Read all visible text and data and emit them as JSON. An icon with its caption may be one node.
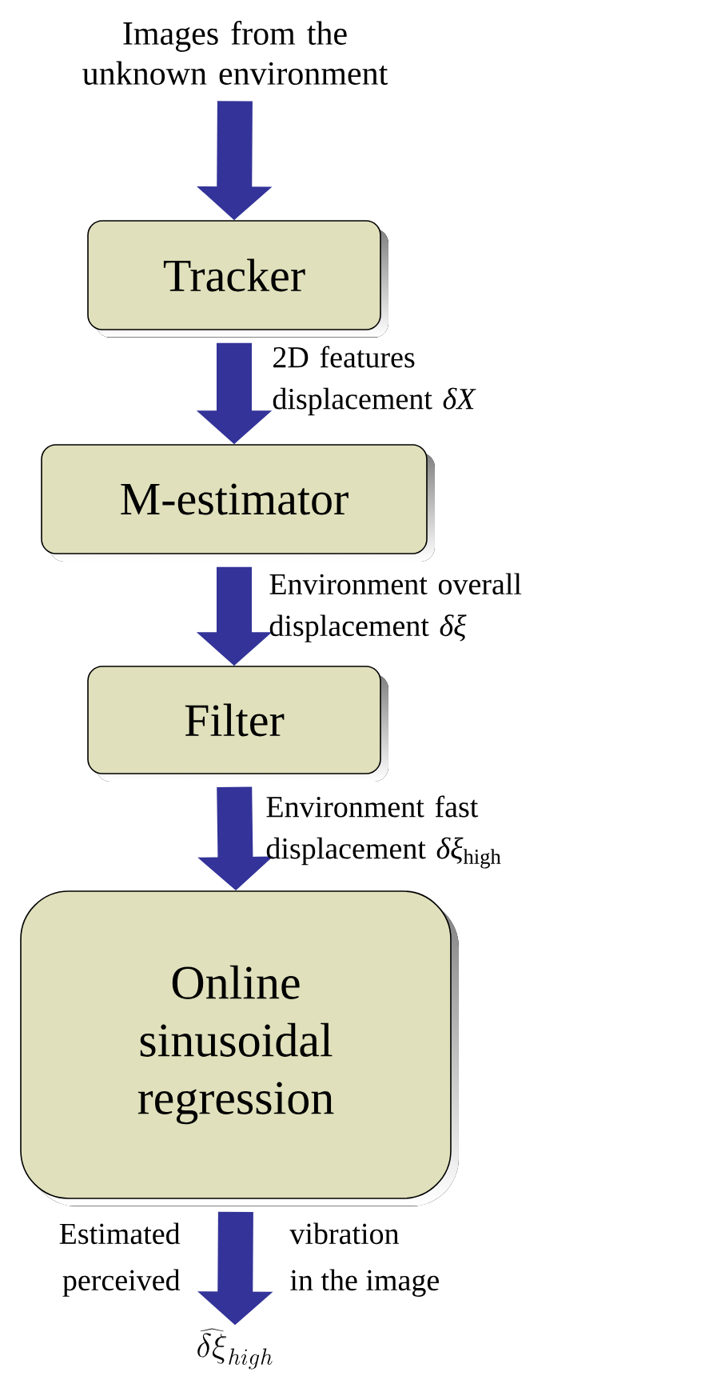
{
  "diagram": {
    "nodes": [
      {
        "text": [
          "Images from the unknown environment"
        ]
      },
      {
        "text": [
          "Tracker"
        ]
      },
      {
        "text": [
          "M-estimator"
        ]
      },
      {
        "text": [
          "Filter"
        ]
      },
      {
        "text": [
          "Online sinusoidal regression"
        ]
      },
      {
        "text": [
          "\\widehat{\\delta\\xi}_{high}"
        ]
      }
    ],
    "edges": [
      {
        "from": 0,
        "to": 1,
        "arrow": "to"
      },
      {
        "from": 1,
        "to": 2,
        "arrow": "to",
        "label": "2D features displacement *δX*"
      },
      {
        "from": 2,
        "to": 3,
        "arrow": "to",
        "label": "Environment overall displacement *δξ*"
      },
      {
        "from": 3,
        "to": 4,
        "arrow": "to",
        "label": "Environment fast displacement *δξ*$_{high}$"
      },
      {
        "from": 4,
        "to": 5,
        "arrow": "to"
      }
    ],
    "labels": [
      "Estimated",
      "perceived",
      "vibration",
      "in the image"
    ]
  }
}
